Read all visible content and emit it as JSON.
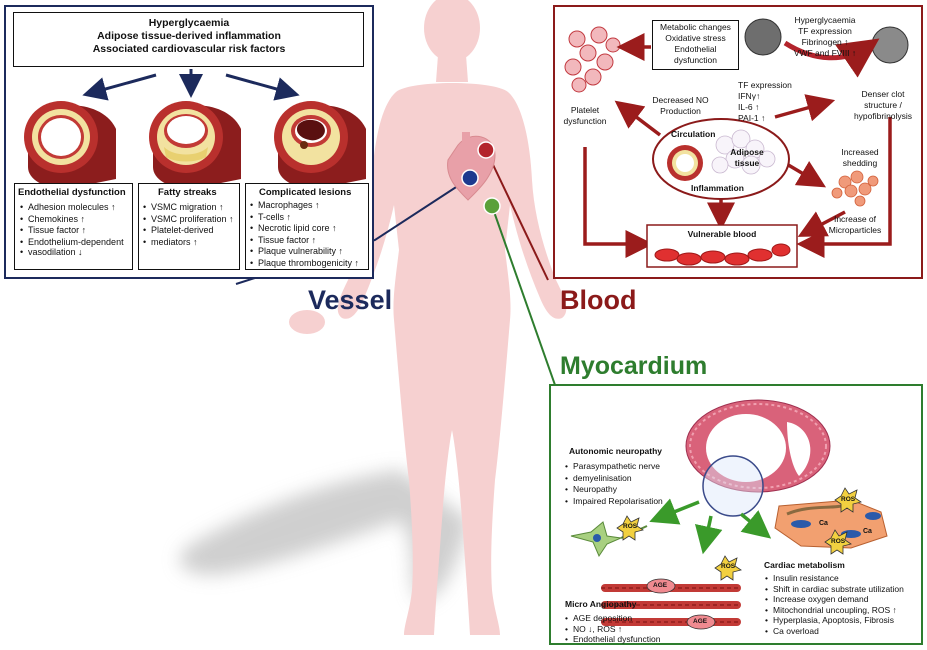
{
  "vessel": {
    "title": "Vessel",
    "causes": [
      "Hyperglycaemia",
      "Adipose tissue-derived inflammation",
      "Associated cardiovascular risk factors"
    ],
    "boxes": [
      {
        "title": "Endothelial dysfunction",
        "items": [
          "Adhesion molecules ↑",
          "Chemokines ↑",
          "Tissue factor ↑",
          "Endothelium-dependent",
          "vasodilation ↓"
        ]
      },
      {
        "title": "Fatty streaks",
        "items": [
          "VSMC migration ↑",
          "VSMC proliferation ↑",
          "Platelet-derived",
          "mediators ↑"
        ]
      },
      {
        "title": "Complicated lesions",
        "items": [
          "Macrophages ↑",
          "T-cells ↑",
          "Necrotic lipid core ↑",
          "Tissue factor ↑",
          "Plaque vulnerability ↑",
          "Plaque thrombogenicity ↑"
        ]
      }
    ],
    "accent_color": "#1c2a5c"
  },
  "blood": {
    "title": "Blood",
    "metabolic": [
      "Metabolic changes",
      "Oxidative stress",
      "Endothelial",
      "dysfunction"
    ],
    "hyper": [
      "Hyperglycaemia",
      "TF expression",
      "Fibrinogen ↑",
      "VWF and FVIII ↑"
    ],
    "platelet": [
      "Platelet",
      "dysfunction"
    ],
    "no_prod": [
      "Decreased NO",
      "Production"
    ],
    "tf": [
      "TF expression",
      "IFNγ↑",
      "IL-6 ↑",
      "PAI-1 ↑"
    ],
    "denser": [
      "Denser clot",
      "structure /",
      "hypofibrinolysis"
    ],
    "circulation": "Circulation",
    "adipose": [
      "Adipose",
      "tissue"
    ],
    "inflammation": "Inflammation",
    "shedding": [
      "Increased",
      "shedding"
    ],
    "micro": [
      "Increase of",
      "Microparticles"
    ],
    "vulnerable": "Vulnerable blood",
    "accent_color": "#8b1a1a"
  },
  "myocardium": {
    "title": "Myocardium",
    "autonomic_title": "Autonomic neuropathy",
    "autonomic_items": [
      "Parasympathetic nerve",
      "demyelinisation",
      "Neuropathy",
      "Impaired Repolarisation"
    ],
    "angio_title": "Micro Angiopathy",
    "angio_items": [
      "AGE deposition",
      "NO ↓, ROS ↑",
      "Endothelial dysfunction"
    ],
    "metab_title": "Cardiac metabolism",
    "metab_items": [
      "Insulin resistance",
      "Shift in cardiac substrate utilization",
      "Increase oxygen demand",
      "Mitochondrial uncoupling, ROS ↑",
      "Hyperplasia, Apoptosis, Fibrosis",
      "Ca overload"
    ],
    "labels": {
      "ros": "ROS",
      "age": "AGE",
      "ca": "Ca"
    },
    "accent_color": "#2e7d2e"
  }
}
